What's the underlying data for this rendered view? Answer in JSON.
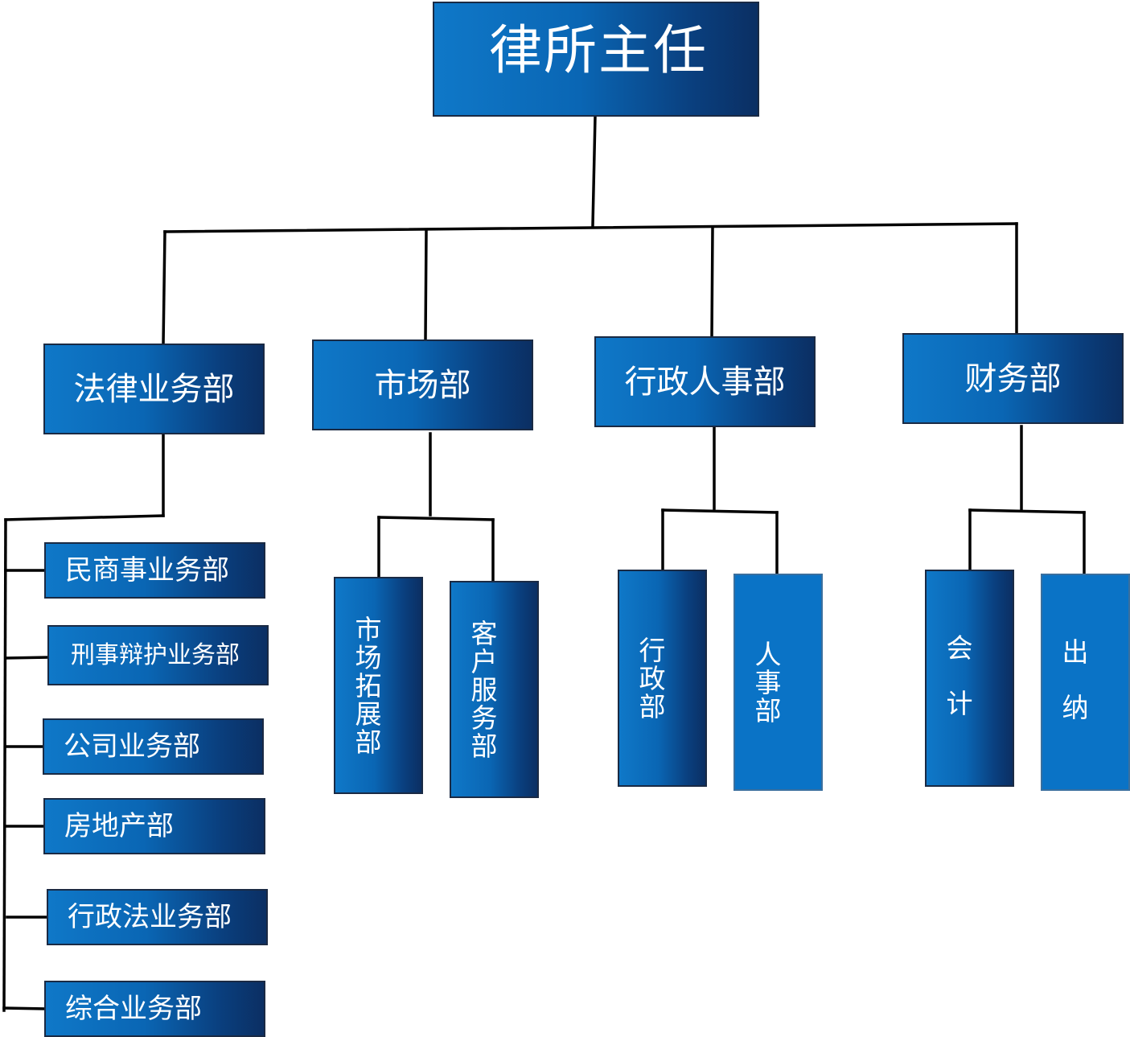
{
  "root": {
    "label": "律所主任"
  },
  "departments": [
    {
      "label": "法律业务部"
    },
    {
      "label": "市场部"
    },
    {
      "label": "行政人事部"
    },
    {
      "label": "财务部"
    }
  ],
  "legal_sub": [
    {
      "label": "民商事业务部"
    },
    {
      "label": "刑事辩护业务部"
    },
    {
      "label": "公司业务部"
    },
    {
      "label": "房地产部"
    },
    {
      "label": "行政法业务部"
    },
    {
      "label": "综合业务部"
    }
  ],
  "market_sub": [
    {
      "label": "市场拓展部"
    },
    {
      "label": "客户服务部"
    }
  ],
  "admin_sub": [
    {
      "label": "行政部"
    },
    {
      "label": "人事部"
    }
  ],
  "finance_sub": [
    {
      "label": "会计"
    },
    {
      "label": "出纳"
    }
  ]
}
